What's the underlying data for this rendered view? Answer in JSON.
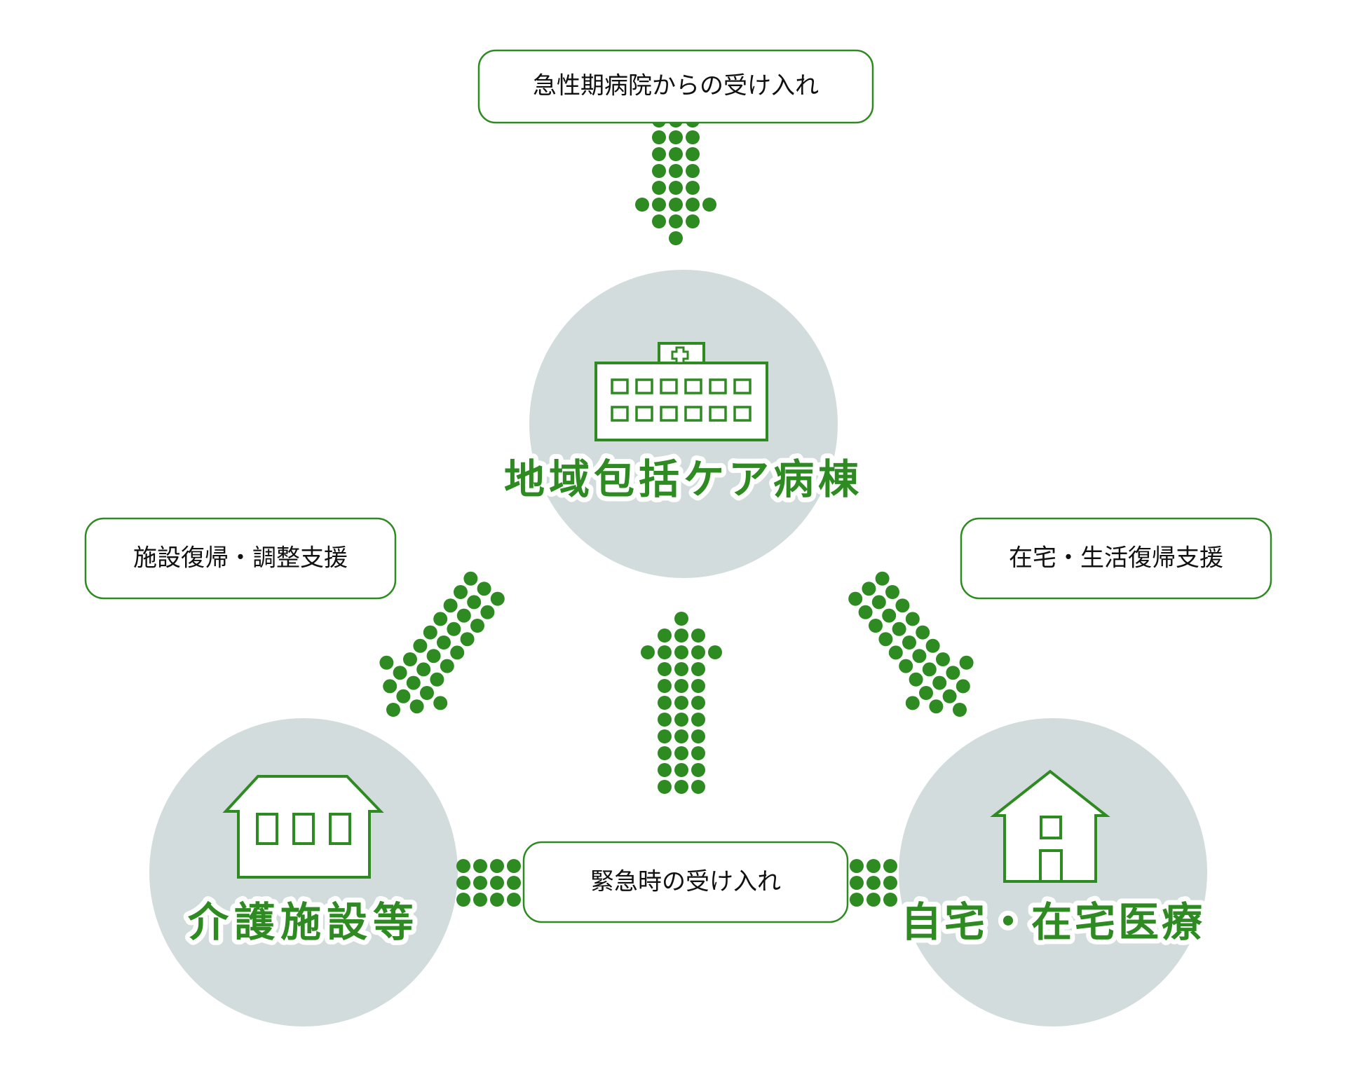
{
  "colors": {
    "accent": "#2e8b22",
    "circle": "#d3dcdc"
  },
  "nodes": {
    "hospital": {
      "label": "地域包括ケア病棟",
      "icon": "hospital-icon"
    },
    "facility": {
      "label": "介護施設等",
      "icon": "care-facility-icon"
    },
    "home": {
      "label": "自宅・在宅医療",
      "icon": "house-icon"
    }
  },
  "boxes": {
    "top": "急性期病院からの受け入れ",
    "left": "施設復帰・調整支援",
    "right": "在宅・生活復帰支援",
    "bottom": "緊急時の受け入れ"
  }
}
